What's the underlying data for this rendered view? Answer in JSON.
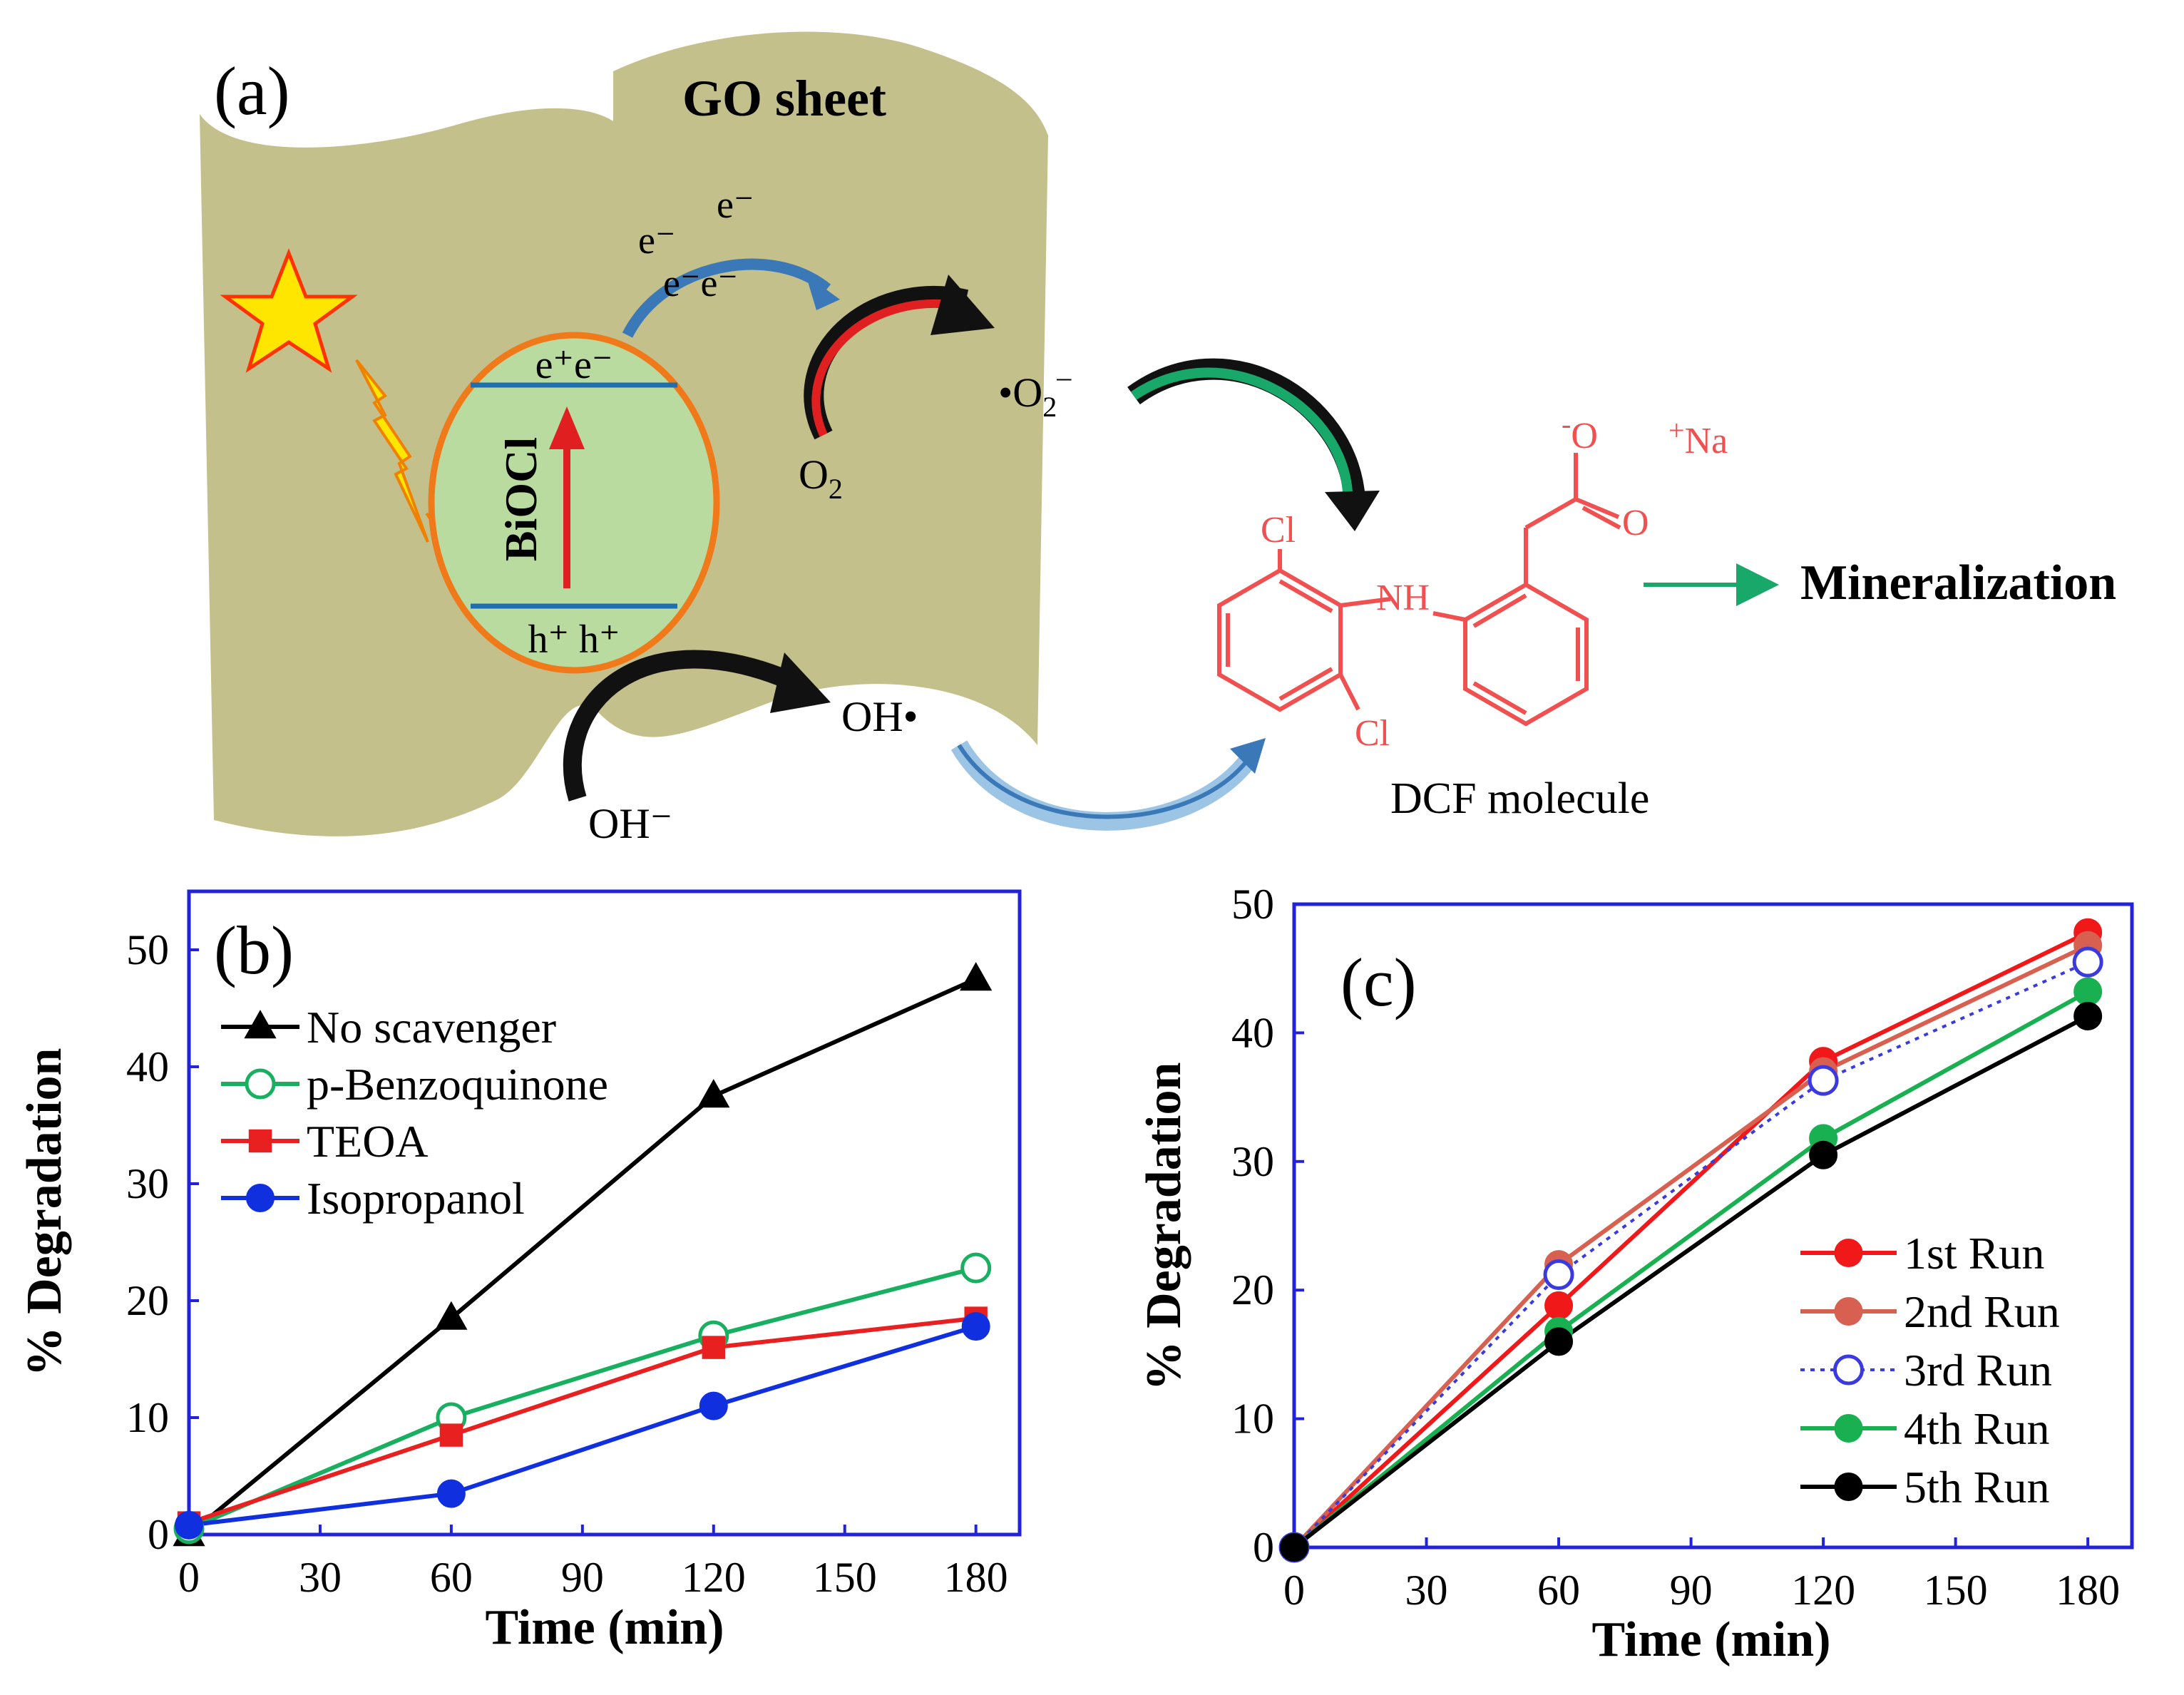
{
  "panel_a": {
    "label": "(a)",
    "sheet_label": "GO sheet",
    "semiconductor": "BiOCl",
    "cb_electrons": "e⁺e⁻",
    "vb_holes": "h⁺ h⁺",
    "transfer_e_left": "e⁻",
    "transfer_e_right": "e⁻",
    "transfer_e_pair": "e⁻e⁻",
    "oxygen": "O",
    "oxygen_sub": "2",
    "superoxide": "•O",
    "superoxide_sub": "2",
    "superoxide_sup": "–",
    "hydroxide": "OH⁻",
    "hydroxyl_radical": "OH•",
    "molecule_label": "DCF molecule",
    "atom_cl_top": "Cl",
    "atom_cl_bottom": "Cl",
    "atom_nh": "NH",
    "atom_o_minus": "O",
    "atom_o_minus_charge": "-",
    "atom_o": "O",
    "atom_na": "Na",
    "atom_na_charge": "+",
    "product": "Mineralization",
    "colors": {
      "sheet": "#c4c08c",
      "particle": "#b9dba0",
      "particle_edge": "#f07a1a",
      "band": "#1f6fb0",
      "molecule": "#f05050",
      "arrow_green": "#18a96a",
      "arrow_blue": "#3a78b8",
      "arrow_red": "#e02020",
      "star": "#ffe600"
    }
  },
  "chart_data": [
    {
      "type": "line",
      "panel_label": "(b)",
      "xlabel": "Time (min)",
      "ylabel": "% Degradation",
      "x": [
        0,
        60,
        120,
        180
      ],
      "xticks": [
        "0",
        "30",
        "60",
        "90",
        "120",
        "150",
        "180"
      ],
      "yticks": [
        "0",
        "10",
        "20",
        "30",
        "40",
        "50"
      ],
      "xlim": [
        0,
        190
      ],
      "ylim": [
        0,
        55
      ],
      "legend_position": "upper-left",
      "grid": false,
      "series": [
        {
          "name": "No scavenger",
          "values": [
            0.0,
            18.5,
            37.5,
            47.5
          ],
          "color": "#000000",
          "marker": "triangle",
          "filled": true,
          "dashed": false
        },
        {
          "name": "p-Benzoquinone",
          "values": [
            0.5,
            10.0,
            17.0,
            22.8
          ],
          "color": "#18b060",
          "marker": "circle",
          "filled": false,
          "dashed": false
        },
        {
          "name": "TEOA",
          "values": [
            1.0,
            8.5,
            16.0,
            18.5
          ],
          "color": "#e82020",
          "marker": "square",
          "filled": true,
          "dashed": false
        },
        {
          "name": "Isopropanol",
          "values": [
            0.8,
            3.5,
            11.0,
            17.8
          ],
          "color": "#1030e0",
          "marker": "circle",
          "filled": true,
          "dashed": false
        }
      ]
    },
    {
      "type": "line",
      "panel_label": "(c)",
      "xlabel": "Time (min)",
      "ylabel": "% Degradation",
      "x": [
        0,
        60,
        120,
        180
      ],
      "xticks": [
        "0",
        "30",
        "60",
        "90",
        "120",
        "150",
        "180"
      ],
      "yticks": [
        "0",
        "10",
        "20",
        "30",
        "40",
        "50"
      ],
      "xlim": [
        0,
        190
      ],
      "ylim": [
        0,
        50
      ],
      "legend_position": "lower-right",
      "grid": false,
      "series": [
        {
          "name": "1st Run",
          "values": [
            0.0,
            18.8,
            37.8,
            47.8
          ],
          "color": "#f01818",
          "marker": "circle",
          "filled": true,
          "dashed": false
        },
        {
          "name": "2nd Run",
          "values": [
            0.0,
            22.0,
            37.0,
            46.8
          ],
          "color": "#d86050",
          "marker": "circle",
          "filled": true,
          "dashed": false
        },
        {
          "name": "3rd Run",
          "values": [
            0.0,
            21.2,
            36.3,
            45.5
          ],
          "color": "#3a3ae0",
          "marker": "circle",
          "filled": false,
          "dashed": true
        },
        {
          "name": "4th Run",
          "values": [
            0.0,
            16.8,
            31.8,
            43.2
          ],
          "color": "#18b050",
          "marker": "circle",
          "filled": true,
          "dashed": false
        },
        {
          "name": "5th Run",
          "values": [
            0.0,
            16.0,
            30.5,
            41.3
          ],
          "color": "#000000",
          "marker": "circle",
          "filled": true,
          "dashed": false
        }
      ]
    }
  ]
}
